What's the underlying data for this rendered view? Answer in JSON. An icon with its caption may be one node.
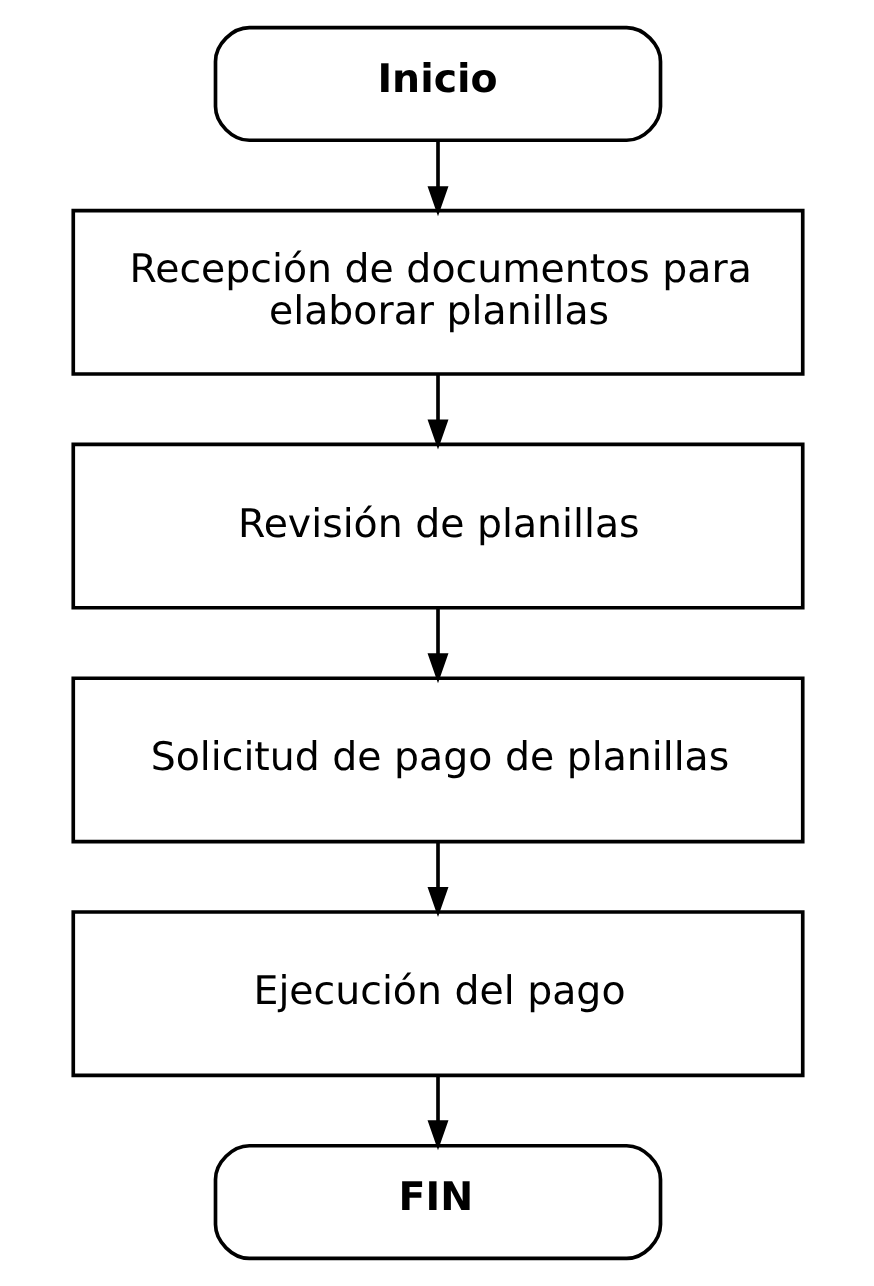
{
  "diagram": {
    "nodes": [
      {
        "text": [
          "Inicio"
        ]
      },
      {
        "text": [
          "Recepción de documentos para elaborar planillas"
        ]
      },
      {
        "text": [
          "Revisión de planillas"
        ]
      },
      {
        "text": [
          "Solicitud de pago de planillas"
        ]
      },
      {
        "text": [
          "Ejecución del pago"
        ]
      },
      {
        "text": [
          "FIN"
        ]
      }
    ],
    "edges": [
      {
        "from": 0,
        "to": 1,
        "arrow": "to"
      },
      {
        "from": 1,
        "to": 2,
        "arrow": "to"
      },
      {
        "from": 2,
        "to": 3,
        "arrow": "to"
      },
      {
        "from": 3,
        "to": 4,
        "arrow": "to"
      },
      {
        "from": 4,
        "to": 5,
        "arrow": "to"
      }
    ]
  }
}
